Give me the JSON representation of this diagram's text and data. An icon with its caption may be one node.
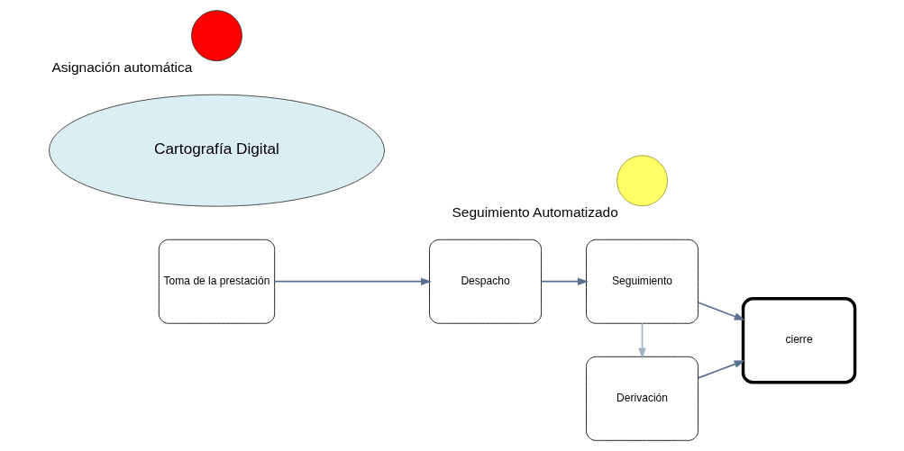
{
  "diagram": {
    "nodes": [
      {
        "text": [
          "Toma de la prestación"
        ]
      },
      {
        "text": [
          "Despacho"
        ]
      },
      {
        "text": [
          "Seguimiento"
        ]
      },
      {
        "text": [
          "cierre"
        ]
      },
      {
        "text": [
          "Derivación"
        ]
      },
      {
        "text": [
          "Cartografía Digital"
        ]
      },
      {
        "text": [
          "Asignación automática"
        ]
      },
      {
        "text": [
          "Seguimiento Automatizado"
        ]
      }
    ],
    "edges": [
      {
        "from": 0,
        "to": 1,
        "arrow": "to"
      },
      {
        "from": 1,
        "to": 2,
        "arrow": "to"
      },
      {
        "from": 2,
        "to": 3,
        "arrow": "to"
      },
      {
        "from": 2,
        "to": 4,
        "arrow": "to",
        "color": "#9fb4c9"
      },
      {
        "from": 4,
        "to": 3,
        "arrow": "to"
      }
    ]
  }
}
